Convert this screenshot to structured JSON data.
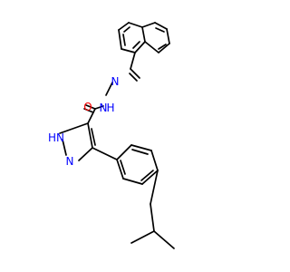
{
  "molecule": {
    "atoms": {
      "O": {
        "text": "O",
        "color": "#ff0000"
      },
      "N_amide": {
        "text": "N",
        "color": "#0000ff"
      },
      "H_amide": {
        "text": "H",
        "color": "#0000ff"
      },
      "N_imine": {
        "text": "N",
        "color": "#0000ff"
      },
      "HN_pyrazole": {
        "text": "HN",
        "color": "#0000ff"
      },
      "N_pyrazole": {
        "text": "N",
        "color": "#0000ff"
      }
    }
  }
}
